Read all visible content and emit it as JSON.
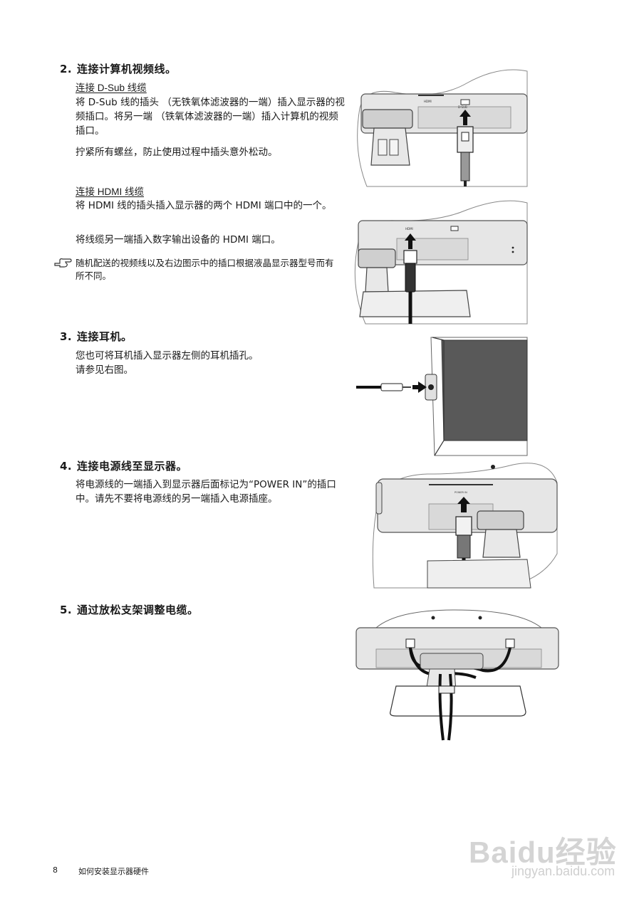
{
  "steps": {
    "s2": {
      "num": "2.",
      "title": "连接计算机视频线。",
      "dsub": {
        "heading": "连接 D-Sub 线缆",
        "p1": "将 D-Sub 线的插头 （无铁氧体滤波器的一端）插入显示器的视频插口。将另一端 （铁氧体滤波器的一端）插入计算机的视频插口。",
        "p2": "拧紧所有螺丝，防止使用过程中插头意外松动。"
      },
      "hdmi": {
        "heading": "连接 HDMI 线缆",
        "p1": "将 HDMI 线的插头插入显示器的两个 HDMI 端口中的一个。",
        "p2": "将线缆另一端插入数字输出设备的 HDMI 端口。"
      },
      "note": "随机配送的视频线以及右边图示中的插口根据液晶显示器型号而有所不同。"
    },
    "s3": {
      "num": "3.",
      "title": "连接耳机。",
      "p1": "您也可将耳机插入显示器左侧的耳机插孔。",
      "p2": "请参见右图。"
    },
    "s4": {
      "num": "4.",
      "title": "连接电源线至显示器。",
      "p1": "将电源线的一端插入到显示器后面标记为“POWER IN”的插口中。请先不要将电源线的另一端插入电源插座。"
    },
    "s5": {
      "num": "5.",
      "title": "通过放松支架调整电缆。"
    }
  },
  "figures": {
    "port_hdmi": "HDMI",
    "port_dsub": "D-SUB",
    "port_power": "POWER IN"
  },
  "icons": {
    "note": "pointing-hand-icon"
  },
  "footer": {
    "page_number": "8",
    "section": "如何安装显示器硬件"
  },
  "watermark": {
    "logo": "Baidu经验",
    "url": "jingyan.baidu.com"
  }
}
